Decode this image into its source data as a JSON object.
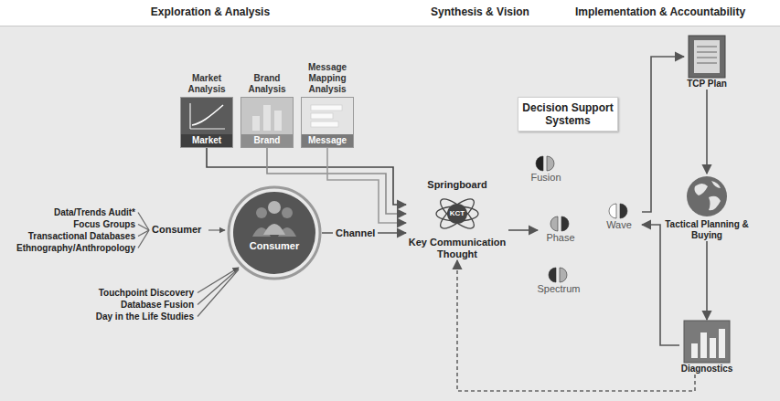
{
  "diagram": {
    "nodes": [
      {
        "text": [
          "Market Analysis",
          "Market"
        ]
      },
      {
        "text": [
          "Brand Analysis",
          "Brand"
        ]
      },
      {
        "text": [
          "Message Mapping Analysis",
          "Message"
        ]
      },
      {
        "text": [
          "Consumer"
        ]
      },
      {
        "text": [
          "Springboard",
          "KCT",
          "Key Communication Thought"
        ]
      },
      {
        "text": [
          "Decision Support Systems"
        ]
      },
      {
        "text": [
          "Fusion"
        ]
      },
      {
        "text": [
          "Phase"
        ]
      },
      {
        "text": [
          "Wave"
        ]
      },
      {
        "text": [
          "Spectrum"
        ]
      },
      {
        "text": [
          "TCP Plan"
        ]
      },
      {
        "text": [
          "Tactical Planning & Buying"
        ]
      },
      {
        "text": [
          "Diagnostics"
        ]
      }
    ],
    "edges": [
      {
        "from": 0,
        "to": 4,
        "arrow": "to"
      },
      {
        "from": 1,
        "to": 4,
        "arrow": "to"
      },
      {
        "from": 2,
        "to": 4,
        "arrow": "to"
      },
      {
        "from": 3,
        "to": 4,
        "label": "Channel",
        "arrow": "to"
      },
      {
        "from": 4,
        "to": 7,
        "arrow": "to"
      },
      {
        "from": 8,
        "to": 10,
        "arrow": "to"
      },
      {
        "from": 10,
        "to": 11,
        "arrow": "to"
      },
      {
        "from": 11,
        "to": 12,
        "arrow": "to"
      },
      {
        "from": 12,
        "to": 8,
        "arrow": "to"
      },
      {
        "from": 12,
        "to": 4,
        "arrow": "to"
      }
    ],
    "labels": [
      "Exploration & Analysis",
      "Synthesis & Vision",
      "Implementation & Accountability",
      "Data/Trends Audit*",
      "Focus Groups",
      "Transactional Databases",
      "Ethnography/Anthropology",
      "Consumer",
      "Touchpoint Discovery",
      "Database Fusion",
      "Day in the Life Studies"
    ]
  }
}
